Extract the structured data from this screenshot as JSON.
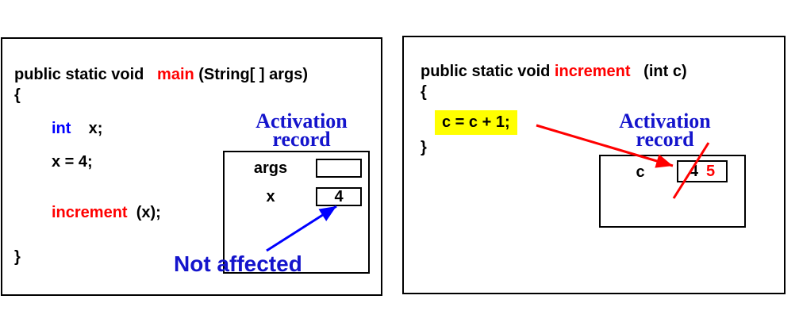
{
  "left_panel": {
    "signature": {
      "pre": "public static void   ",
      "keyword": "main",
      "post": " (String[ ] args)"
    },
    "open_brace": "{",
    "declaration": {
      "keyword": "int",
      "rest": "    x;"
    },
    "assignment": "x = 4;",
    "call": {
      "keyword": "increment",
      "rest": "  (x);"
    },
    "close_brace": "}",
    "activation_title": {
      "line1": "Activation",
      "line2": "record"
    },
    "record": {
      "rows": [
        {
          "label": "args",
          "value": ""
        },
        {
          "label": "x",
          "value": "4"
        }
      ]
    },
    "annotation": "Not affected"
  },
  "right_panel": {
    "signature": {
      "pre": "public static void ",
      "keyword": "increment",
      "post": "   (int c)"
    },
    "open_brace": "{",
    "highlighted_statement": "c = c + 1;",
    "close_brace": "}",
    "activation_title": {
      "line1": "Activation",
      "line2": "record"
    },
    "record": {
      "label": "c",
      "old_value": "4",
      "new_value": "5"
    }
  },
  "colors": {
    "keyword_red": "#ff0000",
    "type_blue": "#0000ff",
    "title_blue": "#1414cc",
    "highlight_yellow": "#ffff00",
    "arrow_blue": "#0000ff",
    "arrow_red": "#ff0000",
    "border_black": "#000000"
  }
}
